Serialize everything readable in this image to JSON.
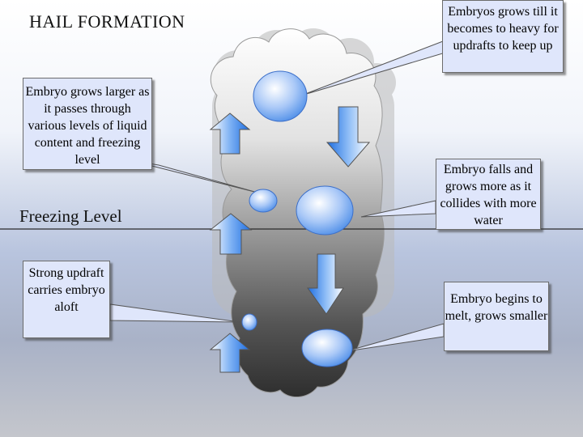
{
  "title": "HAIL FORMATION",
  "freezing_level_label": "Freezing Level",
  "callouts": {
    "embryo_grows_larger": "Embryo grows larger as it passes through various levels of liquid content and freezing level",
    "strong_updraft": "Strong updraft carries embryo aloft",
    "too_heavy": "Embryos grows till it becomes to heavy for updrafts to keep up",
    "falls_and_grows": "Embryo falls and grows more as it collides with more water",
    "melt": "Embryo begins to melt, grows smaller"
  },
  "colors": {
    "callout_fill": "#dfe6fb",
    "arrow_fill": "#2f7ae6",
    "hailstone_fill": "#6fa6f2",
    "cloud_top": "#ffffff",
    "cloud_bottom": "#3a3a3a"
  }
}
